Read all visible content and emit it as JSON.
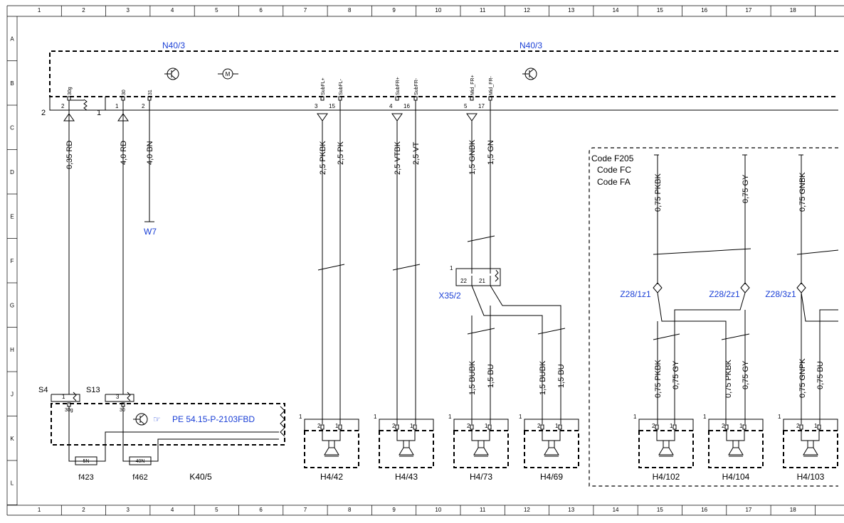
{
  "grid": {
    "cols": [
      "1",
      "2",
      "3",
      "4",
      "5",
      "6",
      "7",
      "8",
      "9",
      "10",
      "11",
      "12",
      "13",
      "14",
      "15",
      "16",
      "17",
      "18"
    ],
    "rows": [
      "A",
      "B",
      "C",
      "D",
      "E",
      "F",
      "G",
      "H",
      "J",
      "K",
      "L"
    ]
  },
  "modules": {
    "n40_left": "N40/3",
    "n40_right": "N40/3",
    "k40": "K40/5",
    "x35": "X35/2",
    "z28_1": "Z28/1z1",
    "z28_2": "Z28/2z1",
    "z28_3": "Z28/3z1",
    "w7": "W7",
    "s4": "S4",
    "s13": "S13",
    "f423": "f423",
    "f462": "f462",
    "fuse_5n": "5N",
    "fuse_40n": "40N",
    "pe_ref": "PE 54.15-P-2103FBD"
  },
  "bus_numbers": {
    "n2": "2",
    "n1": "1"
  },
  "code_box": {
    "line1": "Code F205",
    "line2": "Code FC",
    "line3": "Code FA"
  },
  "pins": {
    "p30g": "30g",
    "p30": "30",
    "p31": "31",
    "subfl_p": "SubFL+",
    "subfl_m": "SubFL-",
    "subfr_p": "SubFR+",
    "subfr_m": "SubFR-",
    "midfr_p": "Mid_FR+",
    "midfr_m": "Mid_FR-",
    "n2": "2",
    "n1": "1",
    "n3": "3",
    "n15": "15",
    "n4": "4",
    "n16": "16",
    "n5": "5",
    "n17": "17",
    "n22": "22",
    "n21": "21",
    "k30g": "30g",
    "k30": "30"
  },
  "wires": {
    "w1": "0,35 RD",
    "w2": "4,0 RD",
    "w3": "4,0 BN",
    "w4": "2,5 PKBK",
    "w5": "2,5 PK",
    "w6": "2,5 VTBK",
    "w7": "2,5 VT",
    "w8": "1,5 GNBK",
    "w9": "1,5 GN",
    "w10": "1,5 BUBK",
    "w11": "1,5 BU",
    "w12": "1,5 BUBK",
    "w13": "1,5 BU",
    "w14": "0,75 PKBK",
    "w15": "0,75 GY",
    "w16": "0,75 GNBK",
    "w17": "0,75 PKBK",
    "w18": "0,75 GY",
    "w19": "0,75 PKBK",
    "w20": "0,75 GY",
    "w21": "0,75 GNPK",
    "w22": "0,75 BU"
  },
  "speakers": [
    "H4/42",
    "H4/43",
    "H4/73",
    "H4/69",
    "H4/102",
    "H4/104",
    "H4/103"
  ],
  "speaker_pins": {
    "a": "2",
    "b": "1",
    "conn": "1"
  },
  "switch_pins": {
    "s4": "1",
    "s13": "3"
  },
  "x35_conn": "1"
}
